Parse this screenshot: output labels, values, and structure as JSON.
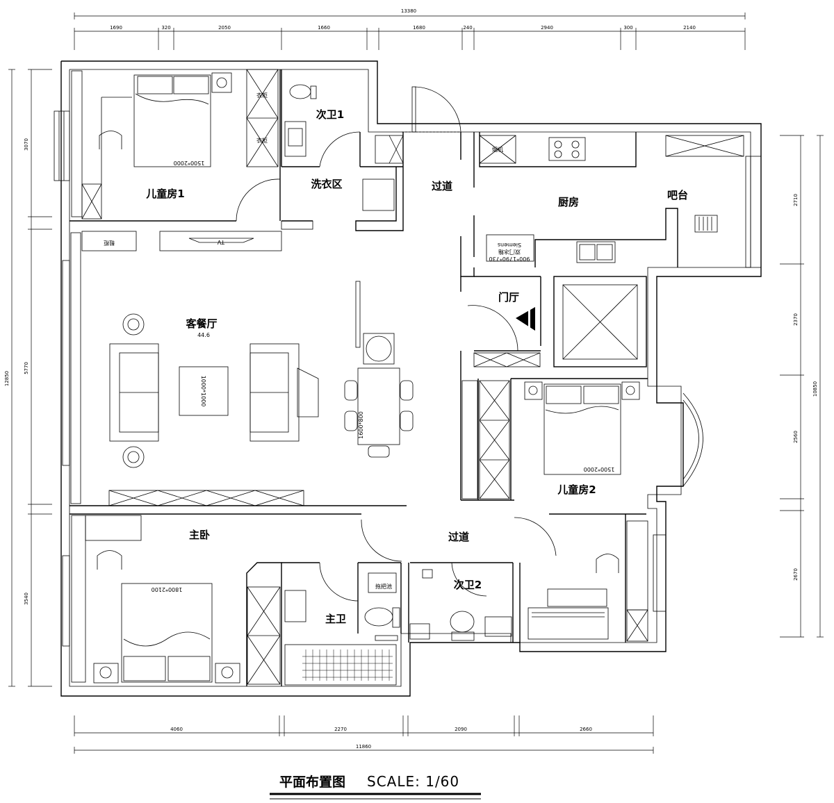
{
  "title": {
    "main": "平面布置图",
    "scale": "SCALE: 1/60"
  },
  "rooms": {
    "kids_room_1": "儿童房1",
    "bathroom_2": "次卫1",
    "laundry": "洗衣区",
    "corridor_top": "过道",
    "kitchen": "厨房",
    "bar": "吧台",
    "living_dining": "客餐厅",
    "living_area": "44.6",
    "foyer": "门厅",
    "kids_room_2": "儿童房2",
    "master_bedroom": "主卧",
    "corridor_bottom": "过道",
    "master_bath": "主卫",
    "bathroom_3": "次卫2"
  },
  "furniture": {
    "bed_kids1": "1500*2000",
    "bed_kids2": "1500*2000",
    "bed_master": "1800*2100",
    "coffee_table": "1000*1000",
    "dining_table": "1600*800",
    "fridge": "Siemens",
    "fridge_type": "双门冰箱",
    "fridge_size": "900*1790*730",
    "tv": "TV",
    "hood": "烟机",
    "wardrobe": "衣柜",
    "towel": "拖把池",
    "shoe": "鞋柜"
  },
  "dimensions": {
    "top_total": "13380",
    "top_segments": [
      "1690",
      "320",
      "2050",
      "1660",
      "1680",
      "240",
      "2940",
      "300",
      "2140"
    ],
    "bottom_segments": [
      "4060",
      "2270",
      "2090",
      "2660"
    ],
    "bottom_total": "11860",
    "left_total": "12850",
    "left_segments": [
      "3070",
      "5770",
      "3540"
    ],
    "right_total": "10850",
    "right_segments": [
      "2710",
      "2370",
      "2560",
      "2670"
    ]
  }
}
